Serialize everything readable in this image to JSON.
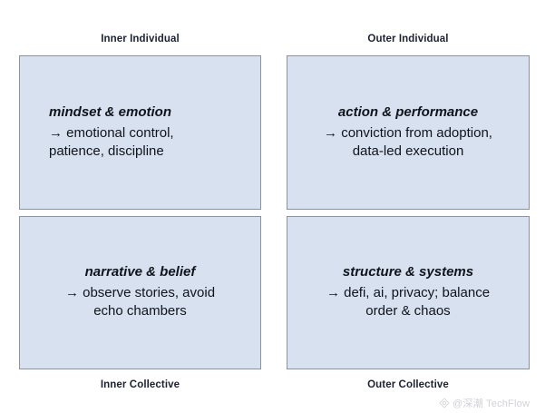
{
  "axes": {
    "top_left_label": "Inner Individual",
    "top_right_label": "Outer Individual",
    "bottom_left_label": "Inner Collective",
    "bottom_right_label": "Outer Collective"
  },
  "quadrants": [
    {
      "position": "top-left",
      "heading": "mindset & emotion",
      "arrow": "→",
      "detail_line_1": "emotional control,",
      "detail_line_2": "patience, discipline",
      "align": "left"
    },
    {
      "position": "top-right",
      "heading": "action & performance",
      "arrow": "→",
      "detail_line_1": "conviction from adoption,",
      "detail_line_2": "data-led execution",
      "align": "center"
    },
    {
      "position": "bottom-left",
      "heading": "narrative & belief",
      "arrow": "→",
      "detail_line_1": "observe stories, avoid",
      "detail_line_2": "echo chambers",
      "align": "center"
    },
    {
      "position": "bottom-right",
      "heading": "structure & systems",
      "arrow": "→",
      "detail_line_1": "defi, ai, privacy; balance",
      "detail_line_2": "order & chaos",
      "align": "center"
    }
  ],
  "watermark": {
    "text": "@深潮 TechFlow",
    "color": "#cfd2d6"
  },
  "colors": {
    "box_fill": "#d7e1f0",
    "box_border": "#8b93a3",
    "background": "#ffffff",
    "text": "#10141c",
    "label_text": "#1c2230"
  }
}
